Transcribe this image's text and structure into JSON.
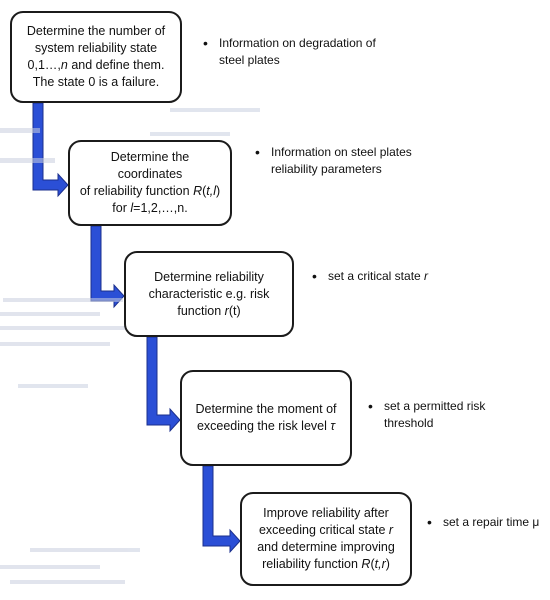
{
  "steps": [
    {
      "lines": [
        [
          "Determine the number of"
        ],
        [
          "system reliability state"
        ],
        [
          "0,1…,",
          {
            "i": "n"
          },
          " and define them."
        ],
        [
          "The state 0 is a failure."
        ]
      ],
      "note": [
        "Information on degradation of",
        "steel plates"
      ]
    },
    {
      "lines": [
        [
          "Determine the coordinates"
        ],
        [
          "of reliability function ",
          {
            "i": "R"
          },
          "(",
          {
            "i": "t,l"
          },
          ")"
        ],
        [
          "for ",
          {
            "i": "l"
          },
          "=1,2,…,n."
        ]
      ],
      "note": [
        "Information on steel plates",
        "reliability parameters"
      ]
    },
    {
      "lines": [
        [
          "Determine reliability"
        ],
        [
          "characteristic e.g. risk"
        ],
        [
          "function  ",
          {
            "i": "r"
          },
          "(t)"
        ]
      ],
      "note": [
        [
          "set a critical state ",
          {
            "i": "r"
          }
        ]
      ]
    },
    {
      "lines": [
        [
          "Determine the moment of"
        ],
        [
          "exceeding the risk level ",
          {
            "i": "τ"
          }
        ]
      ],
      "note": [
        "set a permitted risk",
        "threshold"
      ]
    },
    {
      "lines": [
        [
          "Improve reliability after"
        ],
        [
          "exceeding critical state  ",
          {
            "i": "r"
          }
        ],
        [
          "and determine improving"
        ],
        [
          "reliability function ",
          {
            "i": "R"
          },
          "(",
          {
            "i": "t,r"
          },
          ")"
        ]
      ],
      "note": [
        "set a repair time μ"
      ]
    }
  ],
  "colors": {
    "arrow": "#2b4fd6",
    "arrow_edge": "#1b2f8c",
    "border": "#1b1b1b"
  }
}
